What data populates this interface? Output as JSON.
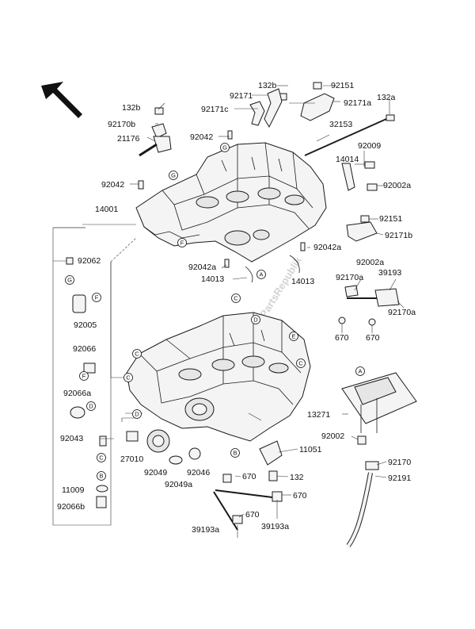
{
  "part_labels": {
    "p132b_a": "132b",
    "p92151_a": "92151",
    "p92171": "92171",
    "p92171a": "92171a",
    "p132a": "132a",
    "p132b_b": "132b",
    "p92171c": "92171c",
    "p32153": "32153",
    "p92170b": "92170b",
    "p21176": "21176",
    "p92042_a": "92042",
    "p92009": "92009",
    "p14014": "14014",
    "p92042_b": "92042",
    "p92002a_a": "92002a",
    "p14001": "14001",
    "p92151_b": "92151",
    "p92171b": "92171b",
    "p92062": "92062",
    "p92042a_a": "92042a",
    "p92042a_b": "92042a",
    "p14013_a": "14013",
    "p14013_b": "14013",
    "p92002a_b": "92002a",
    "p92170a_a": "92170a",
    "p39193": "39193",
    "p92005": "92005",
    "p92170a_b": "92170a",
    "p670_a": "670",
    "p670_b": "670",
    "p92066": "92066",
    "p92066a": "92066a",
    "p13271": "13271",
    "p92043": "92043",
    "p27010": "27010",
    "p92049": "92049",
    "p92049a": "92049a",
    "p92046": "92046",
    "p11051": "11051",
    "p92002": "92002",
    "p92170": "92170",
    "p11009": "11009",
    "p670_c": "670",
    "p132": "132",
    "p670_d": "670",
    "p92191": "92191",
    "p92066b": "92066b",
    "p670_e": "670",
    "p39193a_a": "39193a",
    "p39193a_b": "39193a"
  },
  "ref_markers": {
    "G": "G",
    "F": "F",
    "A": "A",
    "C": "C",
    "D": "D",
    "E": "E",
    "B": "B"
  },
  "watermark": "PartsRepublik",
  "direction_arrow": "front-direction-arrow-icon"
}
